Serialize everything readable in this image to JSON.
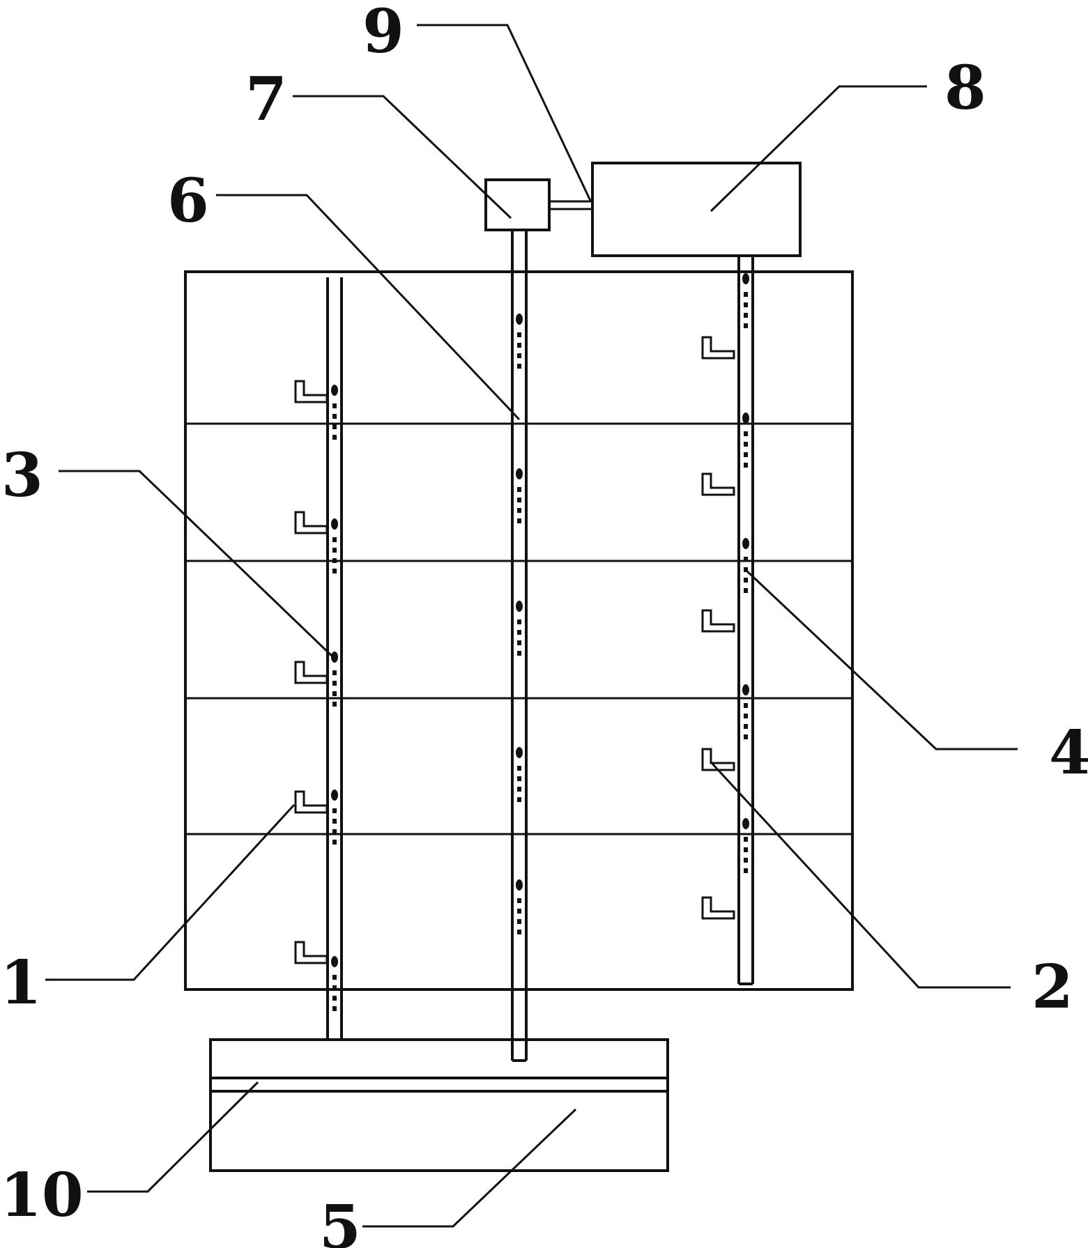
{
  "labels": {
    "l1": "1",
    "l2": "2",
    "l3": "3",
    "l4": "4",
    "l5": "5",
    "l6": "6",
    "l7": "7",
    "l8": "8",
    "l9": "9",
    "l10": "10"
  },
  "colors": {
    "stroke": "#111111",
    "background": "#ffffff"
  }
}
